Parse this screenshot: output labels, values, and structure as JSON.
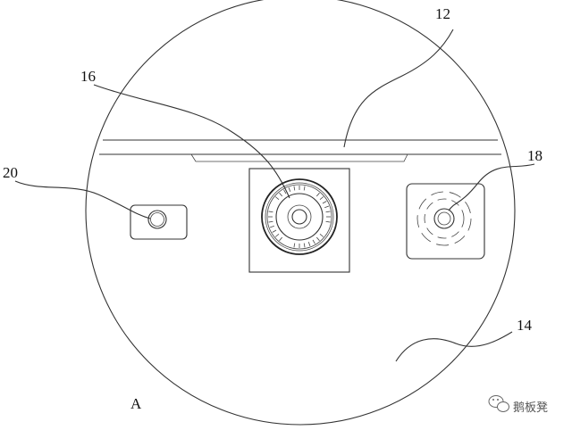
{
  "labels": {
    "ref_12": "12",
    "ref_14": "14",
    "ref_16": "16",
    "ref_18": "18",
    "ref_20": "20",
    "view": "A"
  },
  "watermark": {
    "text": "鹅板凳",
    "icon": "wechat-icon"
  },
  "colors": {
    "line": "#333333",
    "text": "#111111",
    "background": "#ffffff"
  }
}
